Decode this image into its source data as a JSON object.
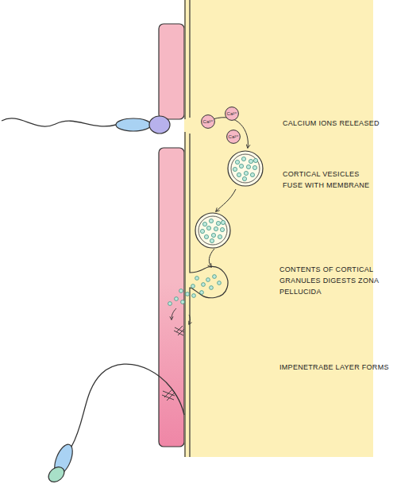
{
  "diagram": {
    "nodes": [
      {
        "text": [
          "Ca²⁺"
        ]
      },
      {
        "text": [
          "Ca²⁺"
        ]
      },
      {
        "text": [
          "Ca²⁺"
        ]
      }
    ],
    "labels": [
      "CALCIUM IONS RELEASED",
      "CORTICAL VESICLES FUSE WITH MEMBRANE",
      "CONTENTS OF CORTICAL GRANULES DIGESTS ZONA PELLUCIDA",
      "IMPENETRABE LAYER FORMS"
    ]
  }
}
